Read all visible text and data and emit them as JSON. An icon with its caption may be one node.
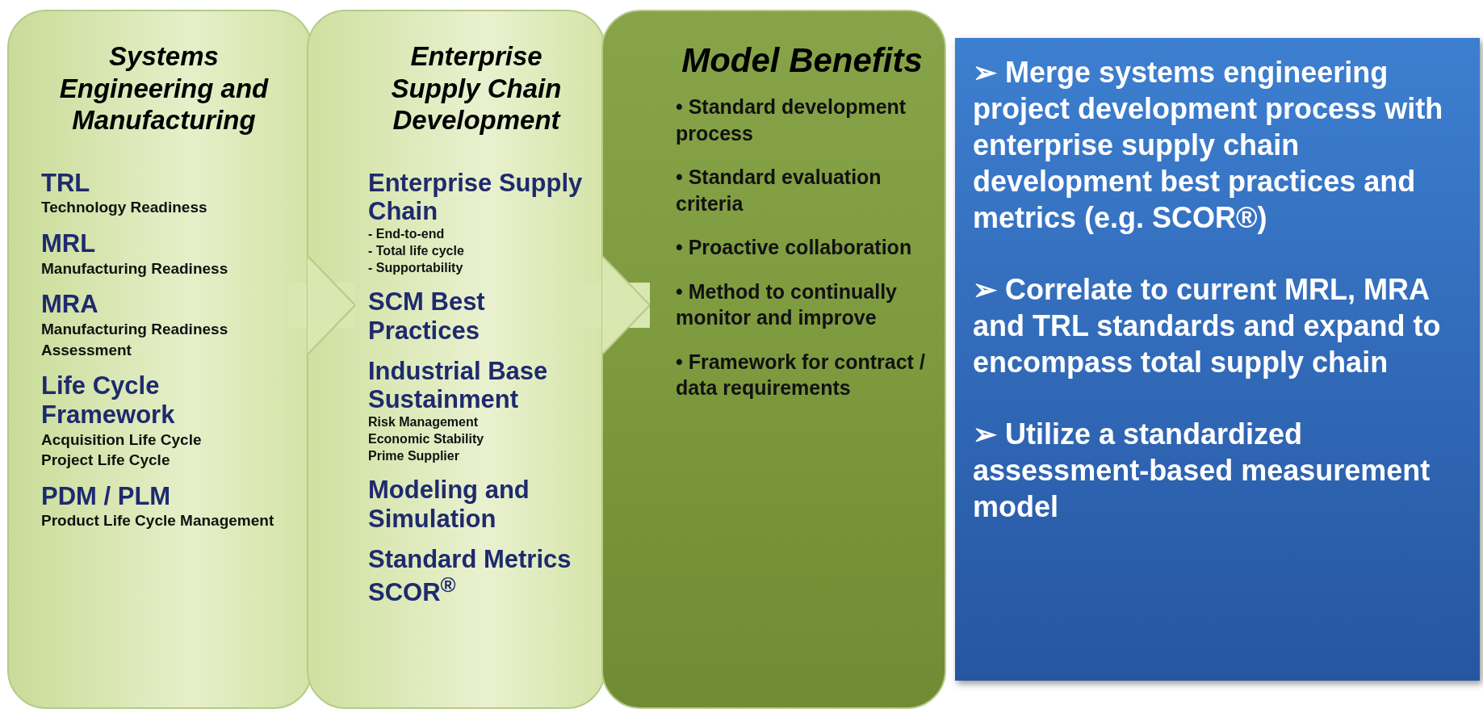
{
  "diagram": {
    "nodes": [
      {
        "text": [
          "Systems Engineering and Manufacturing",
          "TRL",
          "Technology Readiness",
          "MRL",
          "Manufacturing Readiness",
          "MRA",
          "Manufacturing Readiness Assessment",
          "Life Cycle Framework",
          "Acquisition Life Cycle",
          "Project Life Cycle",
          "PDM / PLM",
          "Product Life Cycle Management"
        ]
      },
      {
        "text": [
          "Enterprise Supply Chain Development",
          "Enterprise Supply Chain",
          "- End-to-end",
          "- Total life cycle",
          "- Supportability",
          "SCM Best Practices",
          "Industrial Base Sustainment",
          "Risk Management",
          "Economic Stability",
          "Prime Supplier",
          "Modeling and Simulation",
          "Standard Metrics SCOR$^{®}$"
        ]
      },
      {
        "text": [
          "Model Benefits",
          "• Standard development process",
          "• Standard evaluation criteria",
          "• Proactive collaboration",
          "• Method to continually monitor and improve",
          "• Framework for contract / data requirements"
        ]
      },
      {
        "text": [
          "➢ Merge systems engineering project development process with enterprise supply chain development best practices and metrics (e.g. SCOR®)",
          "➢ Correlate to current MRL, MRA and TRL standards and expand to encompass total supply chain",
          "➢ Utilize a standardized assessment-based measurement model"
        ]
      }
    ],
    "edges": [
      {
        "from": 0,
        "to": 1,
        "arrow": "to"
      },
      {
        "from": 1,
        "to": 2,
        "arrow": "to"
      }
    ]
  }
}
